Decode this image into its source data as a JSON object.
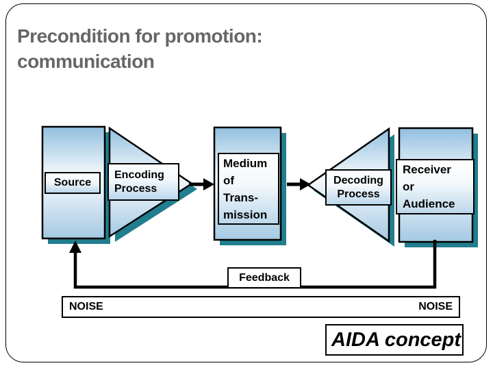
{
  "palette": {
    "shape_gradient_top": "#92bfdf",
    "shape_gradient_middle": "#f2f8fc",
    "shape_gradient_bottom": "#a4c9e3",
    "shadow_teal": "#217e8e",
    "outline_black": "#000000",
    "title_gray": "#666666"
  },
  "title": {
    "line1": "Precondition for promotion:",
    "line2": "communication"
  },
  "diagram": {
    "source_label": "Source",
    "encoding_label": "Encoding\nProcess",
    "medium_label": "Medium\nof\nTrans-\nmission",
    "decoding_label": "Decoding\nProcess",
    "receiver_label": "Receiver\nor\nAudience",
    "feedback_label": "Feedback",
    "noise_left": "NOISE",
    "noise_right": "NOISE"
  },
  "footer": {
    "aida_label": "AIDA concept"
  }
}
